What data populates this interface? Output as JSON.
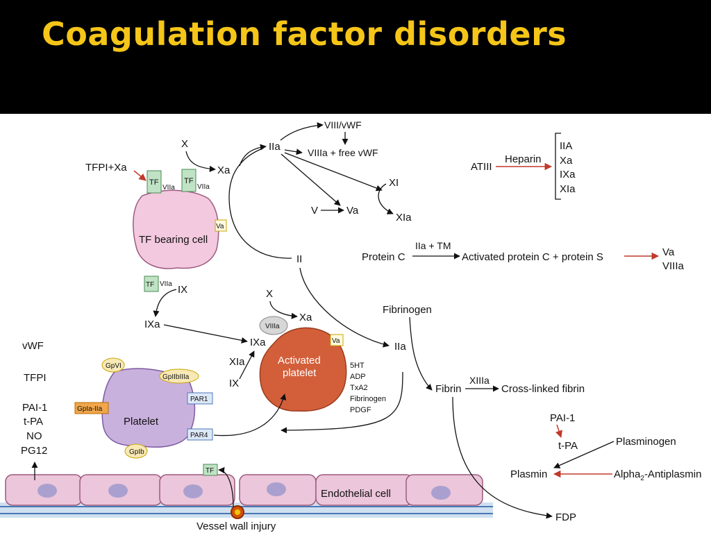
{
  "slide": {
    "title": "Coagulation factor disorders"
  },
  "diagram": {
    "tf_bearing_cell": {
      "label": "TF bearing cell",
      "tf": "TF",
      "viia": "VIIa",
      "va": "Va"
    },
    "tfpi_xa": "TFPI+Xa",
    "top_cascade": {
      "x": "X",
      "xa": "Xa",
      "iia": "IIa",
      "viii_vwf": "VIII/vWF",
      "viiia_free_vwf": "VIIIa + free vWF",
      "xi": "XI",
      "xia": "XIa",
      "v": "V",
      "va": "Va",
      "ii": "II"
    },
    "heparin_box": {
      "atiii": "ATIII",
      "heparin": "Heparin",
      "targets": [
        "IIA",
        "Xa",
        "IXa",
        "XIa"
      ]
    },
    "protein_c": {
      "protein_c": "Protein C",
      "iia_tm": "IIa + TM",
      "activated": "Activated protein C + protein S",
      "va": "Va",
      "viiia": "VIIIa"
    },
    "middle": {
      "ix": "IX",
      "ixa": "IXa",
      "x": "X",
      "xa": "Xa",
      "viiia": "VIIIa",
      "xia": "XIa",
      "ix2": "IX",
      "ixa2": "IXa",
      "activated_platelet": "Activated\nplatelet",
      "va": "Va",
      "iia": "IIa",
      "fibrinogen": "Fibrinogen",
      "fibrin": "Fibrin",
      "xiiia": "XIIIa",
      "cross_linked": "Cross-linked fibrin"
    },
    "secreted": [
      "5HT",
      "ADP",
      "TxA2",
      "Fibrinogen",
      "PDGF"
    ],
    "left_list": {
      "top": [
        "vWF",
        "TFPI"
      ],
      "bottom": [
        "PAI-1",
        "t-PA",
        "NO",
        "PG12"
      ]
    },
    "platelet": {
      "label": "Platelet",
      "gpvi": "GpVI",
      "gpiibiiia": "GpIIbIIIa",
      "par1": "PAR1",
      "par4": "PAR4",
      "gpia_iia": "GpIa-IIa",
      "gpib": "GpIb"
    },
    "fibrinolysis": {
      "pai1": "PAI-1",
      "tpa": "t-PA",
      "plasminogen": "Plasminogen",
      "plasmin": "Plasmin",
      "alpha2": "Alpha",
      "alpha2_sub": "2",
      "alpha2_rest": "-Antiplasmin",
      "fdp": "FDP"
    },
    "endothelium": {
      "label": "Endothelial cell",
      "tf": "TF",
      "injury": "Vessel wall injury"
    }
  }
}
